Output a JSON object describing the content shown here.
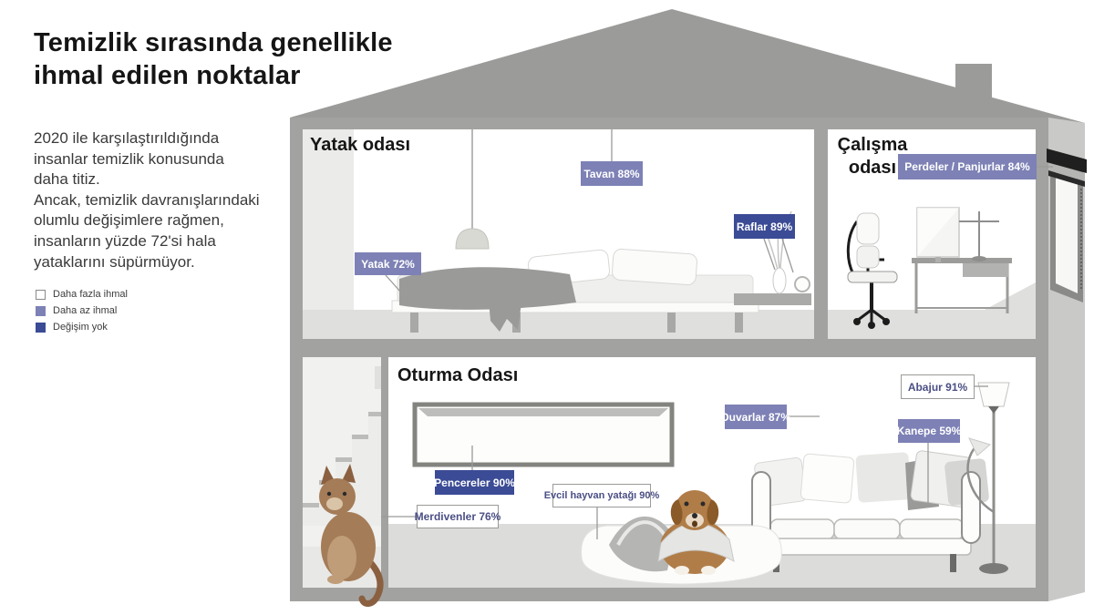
{
  "title": "Temizlik sırasında genellikle\nihmal edilen noktalar",
  "intro": "2020 ile karşılaştırıldığında\ninsanlar temizlik konusunda\ndaha titiz.\nAncak, temizlik davranışlarındaki\nolumlu değişimlere rağmen,\ninsanların yüzde 72'si hala\nyataklarını süpürmüyor.",
  "legend": {
    "items": [
      {
        "label": "Daha fazla ihmal",
        "category": "more-neglect",
        "swatch_style": "background:#ffffff;border:1.5px solid #8a8a8a"
      },
      {
        "label": "Daha az ihmal",
        "category": "less-neglect",
        "swatch_style": "background:#7d81b5"
      },
      {
        "label": "Değişim yok",
        "category": "no-change",
        "swatch_style": "background:#3b4b95"
      }
    ]
  },
  "rooms": {
    "bedroom": {
      "title": "Yatak odası"
    },
    "study": {
      "title": "Çalışma\nodası"
    },
    "living": {
      "title": "Oturma Odası"
    }
  },
  "callouts": {
    "tavan": "Tavan 88%",
    "raflar": "Raflar 89%",
    "yatak": "Yatak 72%",
    "perdeler": "Perdeler / Panjurlar 84%",
    "abajur": "Abajur 91%",
    "kanepe": "Kanepe 59%",
    "duvarlar": "Duvarlar 87%",
    "pencereler": "Pencereler 90%",
    "evcil": "Evcil hayvan yatağı 90%",
    "merdivenler": "Merdivenler  76%"
  },
  "colors": {
    "less_neglect": "#7d81b5",
    "no_change": "#3b4b95",
    "more_neglect_border": "#9a9a98",
    "more_neglect_text": "#4b4f85",
    "structure_gray": "#a2a2a0",
    "roof_gray": "#9b9b99"
  },
  "chart_data": {
    "type": "table",
    "title": "Temizlik sırasında genellikle ihmal edilen noktalar",
    "subtitle": "2020 ile karşılaştırıldığında insanlar temizlik konusunda daha titiz. Ancak, temizlik davranışlarındaki olumlu değişimlere rağmen, insanların yüzde 72'si hala yataklarını süpürmüyor.",
    "legend": [
      "Daha fazla ihmal",
      "Daha az ihmal",
      "Değişim yok"
    ],
    "columns": [
      "room",
      "item",
      "value_pct",
      "category"
    ],
    "rows": [
      {
        "room": "Yatak odası",
        "item": "Tavan",
        "value_pct": 88,
        "category": "Daha az ihmal"
      },
      {
        "room": "Yatak odası",
        "item": "Raflar",
        "value_pct": 89,
        "category": "Değişim yok"
      },
      {
        "room": "Yatak odası",
        "item": "Yatak",
        "value_pct": 72,
        "category": "Daha az ihmal"
      },
      {
        "room": "Çalışma odası",
        "item": "Perdeler / Panjurlar",
        "value_pct": 84,
        "category": "Daha az ihmal"
      },
      {
        "room": "Oturma Odası",
        "item": "Abajur",
        "value_pct": 91,
        "category": "Daha fazla ihmal"
      },
      {
        "room": "Oturma Odası",
        "item": "Duvarlar",
        "value_pct": 87,
        "category": "Daha az ihmal"
      },
      {
        "room": "Oturma Odası",
        "item": "Kanepe",
        "value_pct": 59,
        "category": "Daha az ihmal"
      },
      {
        "room": "Oturma Odası",
        "item": "Pencereler",
        "value_pct": 90,
        "category": "Değişim yok"
      },
      {
        "room": "Oturma Odası",
        "item": "Evcil hayvan yatağı",
        "value_pct": 90,
        "category": "Daha fazla ihmal"
      },
      {
        "room": "Oturma Odası",
        "item": "Merdivenler",
        "value_pct": 76,
        "category": "Daha fazla ihmal"
      }
    ]
  }
}
